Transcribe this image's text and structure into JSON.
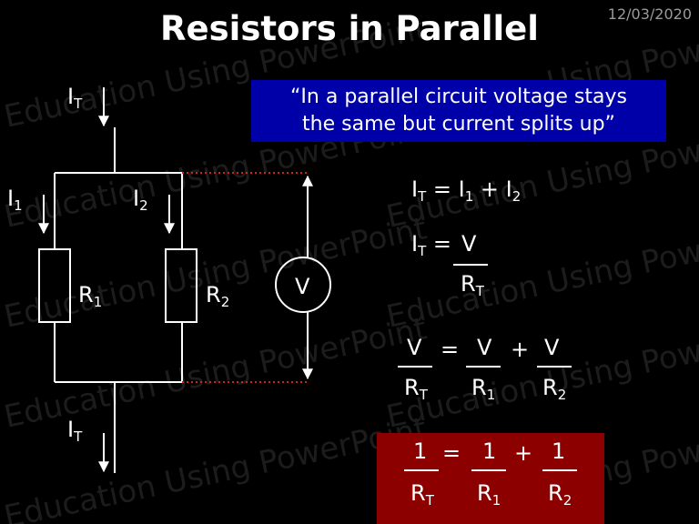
{
  "date": "12/03/2020",
  "title": "Resistors in Parallel",
  "watermark": "Education Using PowerPoint",
  "quote": {
    "line1": "“In a parallel circuit voltage stays",
    "line2": "the same but current splits up”"
  },
  "circuit": {
    "current_symbol": "I",
    "total_sub": "T",
    "branch1_sub": "1",
    "branch2_sub": "2",
    "resistor_symbol": "R",
    "r1_sub": "1",
    "r2_sub": "2",
    "voltmeter": "V"
  },
  "equations": {
    "eq1": {
      "lhs": "I",
      "lhs_sub": "T",
      "equals": "=",
      "a": "I",
      "a_sub": "1",
      "plus": "+",
      "b": "I",
      "b_sub": "2"
    },
    "eq2": {
      "lhs": "I",
      "lhs_sub": "T",
      "equals": "=",
      "num": "V",
      "den": "R",
      "den_sub": "T"
    },
    "eq3": {
      "n1": "V",
      "d1": "R",
      "d1_sub": "T",
      "equals": "=",
      "n2": "V",
      "d2": "R",
      "d2_sub": "1",
      "plus": "+",
      "n3": "V",
      "d3": "R",
      "d3_sub": "2"
    },
    "eq4": {
      "n1": "1",
      "d1": "R",
      "d1_sub": "T",
      "equals": "=",
      "n2": "1",
      "d2": "R",
      "d2_sub": "1",
      "plus": "+",
      "n3": "1",
      "d3": "R",
      "d3_sub": "2"
    }
  },
  "colors": {
    "quote_bg": "#0000a8",
    "result_bg": "#8c0000",
    "dotted": "#d02020",
    "wire": "#ffffff"
  }
}
